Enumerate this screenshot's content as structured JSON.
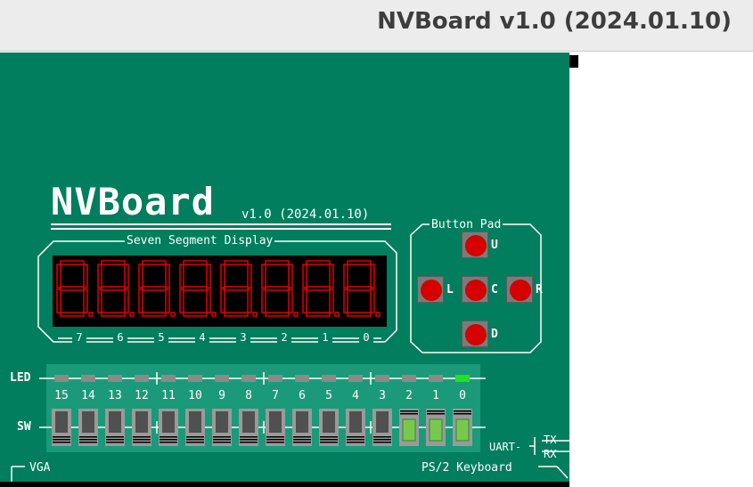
{
  "window": {
    "title": "NVBoard v1.0 (2024.01.10)"
  },
  "board": {
    "logo": "NVBoard",
    "version": "v1.0 (2024.01.10)",
    "colors": {
      "board": "#007e5d",
      "panel": "#1a9a78",
      "led_off": "#8a8a8a",
      "led_on": "#22e022",
      "segment_on": "#e00000",
      "button": "#d50000"
    }
  },
  "seven_segment": {
    "title": "Seven Segment Display",
    "digit_labels": [
      "7",
      "6",
      "5",
      "4",
      "3",
      "2",
      "1",
      "0"
    ],
    "state": "all segments lit (8.)"
  },
  "button_pad": {
    "title": "Button Pad",
    "buttons": [
      {
        "id": "up",
        "label": "U"
      },
      {
        "id": "left",
        "label": "L"
      },
      {
        "id": "center",
        "label": "C"
      },
      {
        "id": "right",
        "label": "R"
      },
      {
        "id": "down",
        "label": "D"
      }
    ]
  },
  "leds": {
    "label": "LED",
    "states": [
      0,
      0,
      0,
      0,
      0,
      0,
      0,
      0,
      0,
      0,
      0,
      0,
      0,
      0,
      0,
      1
    ]
  },
  "switches": {
    "label": "SW",
    "numbers": [
      "15",
      "14",
      "13",
      "12",
      "11",
      "10",
      "9",
      "8",
      "7",
      "6",
      "5",
      "4",
      "3",
      "2",
      "1",
      "0"
    ],
    "states": [
      0,
      0,
      0,
      0,
      0,
      0,
      0,
      0,
      0,
      0,
      0,
      0,
      0,
      1,
      1,
      1
    ]
  },
  "uart": {
    "label": "UART-",
    "tx": "TX",
    "rx": "RX"
  },
  "vga": {
    "label": "VGA"
  },
  "ps2": {
    "label": "PS/2 Keyboard"
  }
}
